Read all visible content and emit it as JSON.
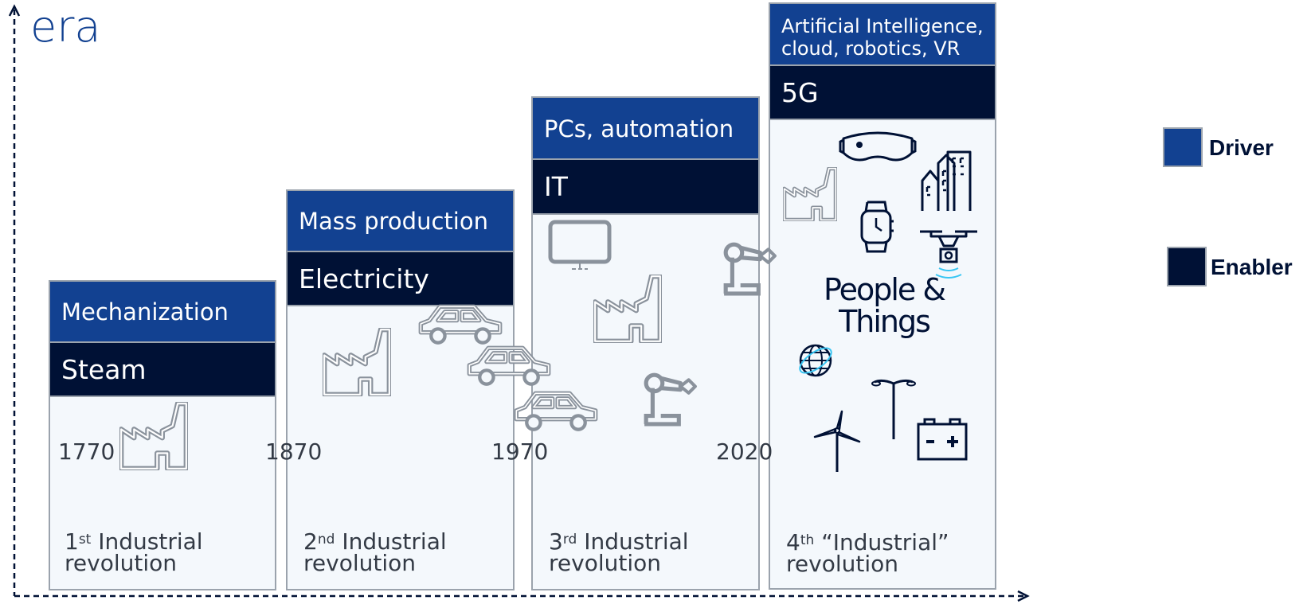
{
  "y_axis_label": "era",
  "eras": [
    {
      "driver": "Mechanization",
      "enabler": "Steam",
      "year": "1770",
      "ordinal": "1",
      "ordinal_suffix": "st",
      "revolution_line1": "Industrial",
      "revolution_line2": "revolution"
    },
    {
      "driver": "Mass production",
      "enabler": "Electricity",
      "year": "1870",
      "ordinal": "2",
      "ordinal_suffix": "nd",
      "revolution_line1": "Industrial",
      "revolution_line2": "revolution"
    },
    {
      "driver": "PCs, automation",
      "enabler": "IT",
      "year": "1970",
      "ordinal": "3",
      "ordinal_suffix": "rd",
      "revolution_line1": "Industrial",
      "revolution_line2": "revolution"
    },
    {
      "driver_line1": "Artificial Intelligence,",
      "driver_line2": "cloud, robotics, VR",
      "enabler": "5G",
      "year": "2020",
      "ordinal": "4",
      "ordinal_suffix": "th",
      "revolution_line1": "“Industrial”",
      "revolution_line2": "revolution"
    }
  ],
  "center_label_line1": "People &",
  "center_label_line2": "Things",
  "legend": [
    {
      "label": "Driver",
      "color": "#124191"
    },
    {
      "label": "Enabler",
      "color": "#001135"
    }
  ],
  "colors": {
    "driver": "#124191",
    "enabler": "#001135",
    "panel": "#f4f8fc",
    "outline": "#9ba3ad",
    "accent": "#38c6f4"
  },
  "icons": [
    "factory-icon",
    "car-icon",
    "monitor-icon",
    "robot-arm-icon",
    "vr-headset-icon",
    "buildings-icon",
    "smartwatch-icon",
    "drone-icon",
    "globe-icon",
    "street-lamp-icon",
    "wind-turbine-icon",
    "battery-icon"
  ]
}
